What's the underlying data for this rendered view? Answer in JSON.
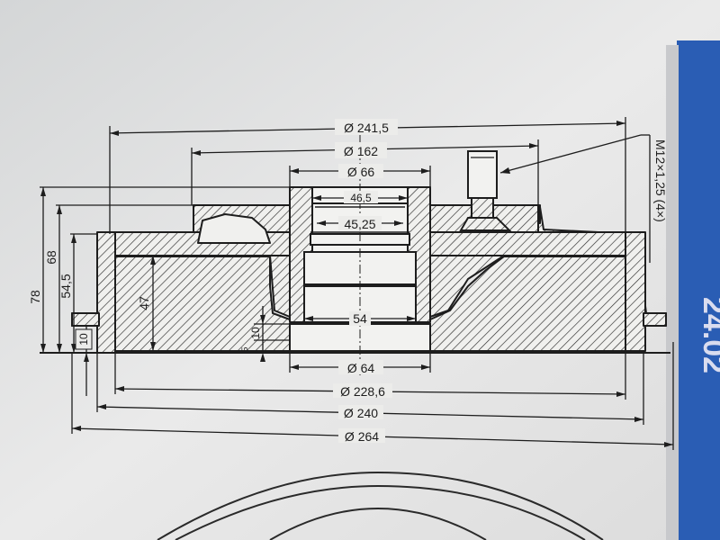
{
  "drawing": {
    "dimensions": {
      "d_241_5": "Ø 241,5",
      "d_162": "Ø 162",
      "d_66": "Ø 66",
      "d_46_5": "46,5",
      "d_45_25": "45,25",
      "d_54": "54",
      "d_64": "Ø 64",
      "d_228_6": "Ø 228,6",
      "d_240": "Ø 240",
      "d_264": "Ø 264",
      "h_78": "78",
      "h_68": "68",
      "h_54_5": "54,5",
      "h_47": "47",
      "h_10_left": "10",
      "h_10_inner": "10",
      "h_5": "5",
      "bolt_thread": "M12×1,25 (4×)"
    },
    "edge_label": "24.02"
  },
  "colors": {
    "paper": "#eeeeec",
    "ink": "#1d1d1d",
    "blue_band": "#2a5db4"
  }
}
